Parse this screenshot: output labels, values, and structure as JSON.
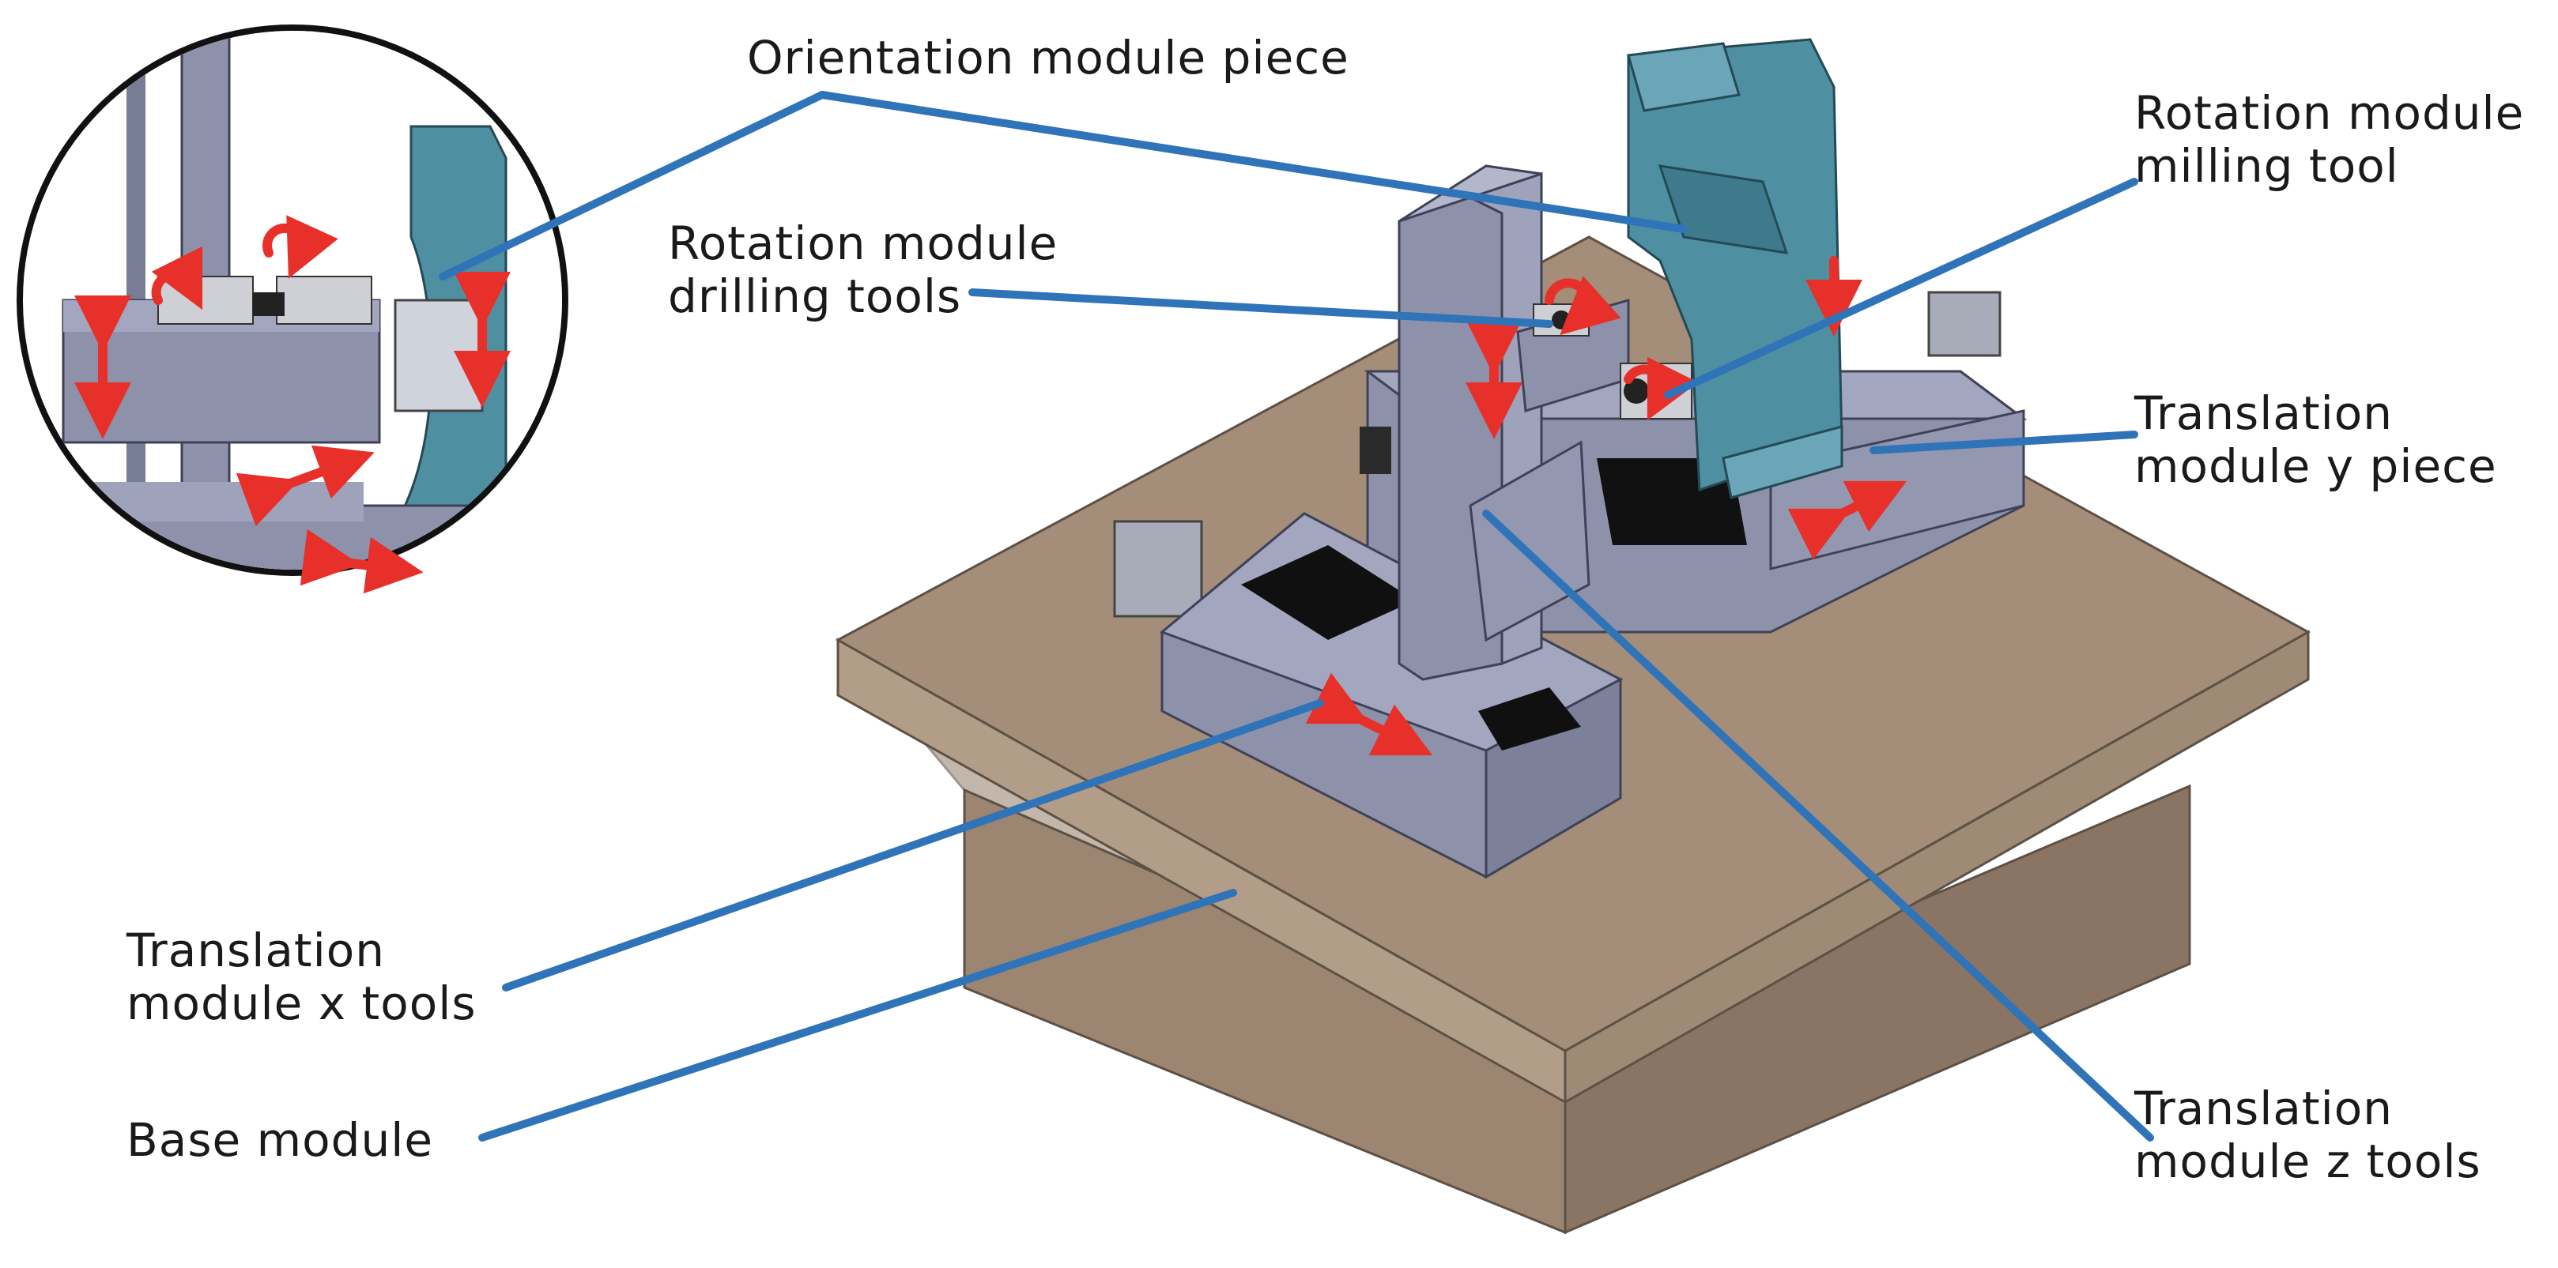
{
  "labels": {
    "orientation_piece": "Orientation module piece",
    "rotation_milling": [
      "Rotation module",
      "milling tool"
    ],
    "rotation_drilling": [
      "Rotation module",
      "drilling tools"
    ],
    "translation_y": [
      "Translation",
      "module y piece"
    ],
    "translation_x": [
      "Translation",
      "module x tools"
    ],
    "base": "Base module",
    "translation_z": [
      "Translation",
      "module z tools"
    ]
  },
  "colors": {
    "leader": "#2f73b8",
    "motion_arrow": "#e8302a",
    "base_top": "#a08b76",
    "base_side": "#8d7866",
    "module_steel": "#8e93ab",
    "orientation_piece": "#4f8fa2"
  }
}
